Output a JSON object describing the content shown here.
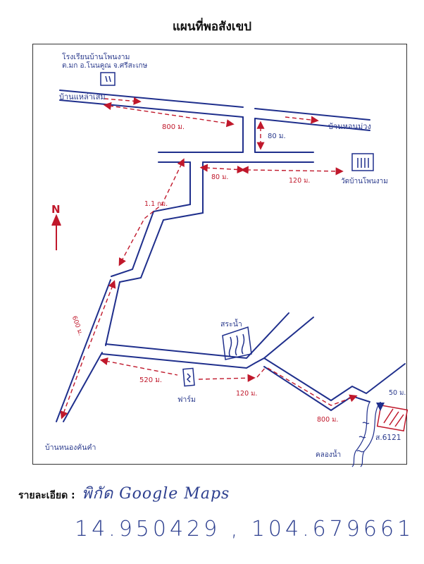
{
  "title": "แผนที่พอสังเขป",
  "colors": {
    "road": "#1f2f8c",
    "route": "#c0182b",
    "ink_text": "#2a3a8c",
    "frame": "#333333"
  },
  "labels": {
    "school_line1": "โรงเรียนบ้านโพนงาม",
    "school_line2": "ต.มก อ.โนนคูณ จ.ศรีสะเกษ",
    "ban_nonsamran": "บ้านแหล่าเสม",
    "ban_hong": "บ้านหอนม่วง",
    "wat": "วัดบ้านโพนงาม",
    "pond": "สระน้ำ",
    "farm": "ฟาร์ม",
    "ban_south": "บ้านหนองคันคำ",
    "canal": "คลองน้ำ",
    "plot": "ส.6121",
    "north": "N"
  },
  "distances": {
    "d800": "800 ม.",
    "d80v": "80 ม.",
    "d80h": "80 ม.",
    "d120a": "120 ม.",
    "d11km": "1.1 กม.",
    "d600": "600 ม.",
    "d520": "520 ม.",
    "d120b": "120 ม.",
    "d800b": "800 ม.",
    "d50": "50 ม."
  },
  "footer": {
    "details_label": "รายละเอียด :",
    "gm_label": "พิกัด Google Maps",
    "coordinates": "14.950429 , 104.679661"
  }
}
